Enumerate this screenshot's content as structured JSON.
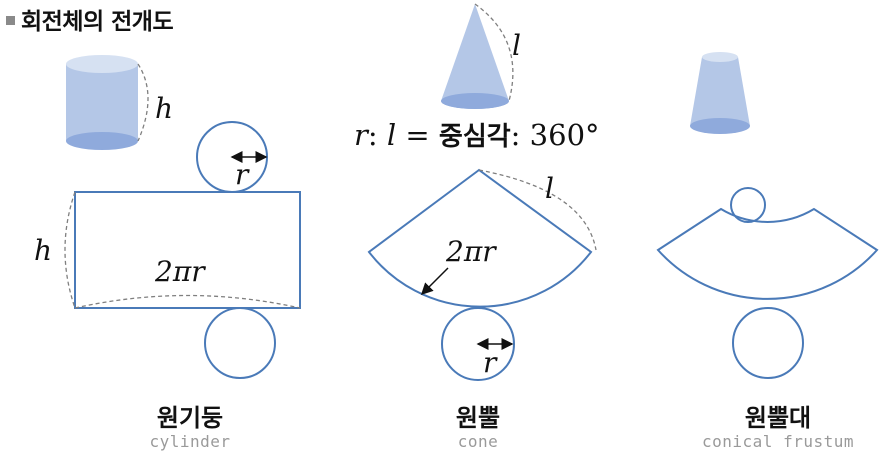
{
  "title": "회전체의 전개도",
  "labels": {
    "h": "h",
    "r": "r",
    "l": "l",
    "two_pi_r": "2πr"
  },
  "formula": {
    "r": "r",
    "colon1": ": ",
    "l": "l",
    "equals": " = ",
    "center_angle": "중심각",
    "colon2": ": ",
    "degrees": "360°"
  },
  "shapes": [
    {
      "name_ko": "원기둥",
      "name_en": "cylinder"
    },
    {
      "name_ko": "원뿔",
      "name_en": "cone"
    },
    {
      "name_ko": "원뿔대",
      "name_en": "conical frustum"
    }
  ],
  "colors": {
    "outline": "#4a7ab8",
    "solid_fill": "#b4c7e7",
    "solid_dark": "#8faadc",
    "dashed": "#7f7f7f"
  }
}
